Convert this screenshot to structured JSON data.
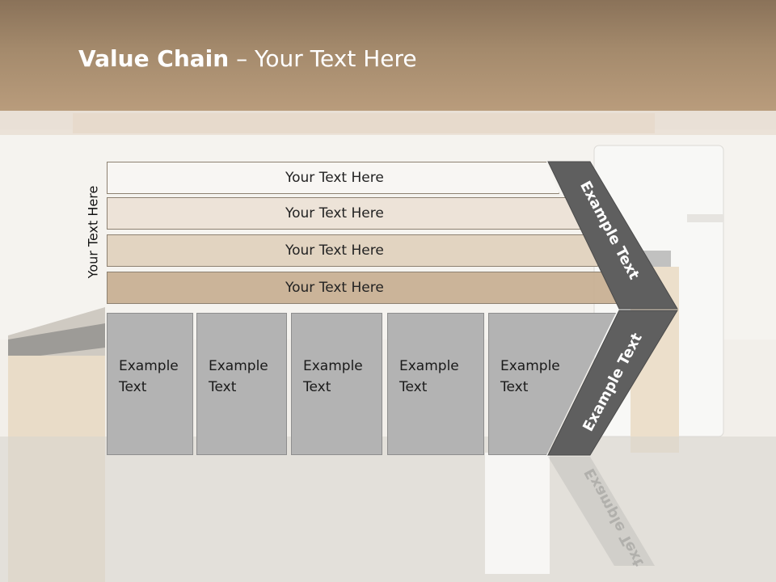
{
  "slide": {
    "title_bold": "Value Chain",
    "title_rest": " – Your Text Here",
    "side_label": "Your Text Here"
  },
  "bars": [
    {
      "label": "Your Text Here"
    },
    {
      "label": "Your Text Here"
    },
    {
      "label": "Your Text Here"
    },
    {
      "label": "Your Text Here"
    }
  ],
  "boxes": [
    {
      "label": "Example\nText"
    },
    {
      "label": "Example\nText"
    },
    {
      "label": "Example\nText"
    },
    {
      "label": "Example\nText"
    },
    {
      "label": "Example\nText"
    }
  ],
  "chevron": {
    "upper_label": "Example Text",
    "lower_label": "Example Text",
    "color": "#5f5f5f"
  },
  "colors": {
    "header": "#a48a6c",
    "box": "#b3b3b3"
  }
}
